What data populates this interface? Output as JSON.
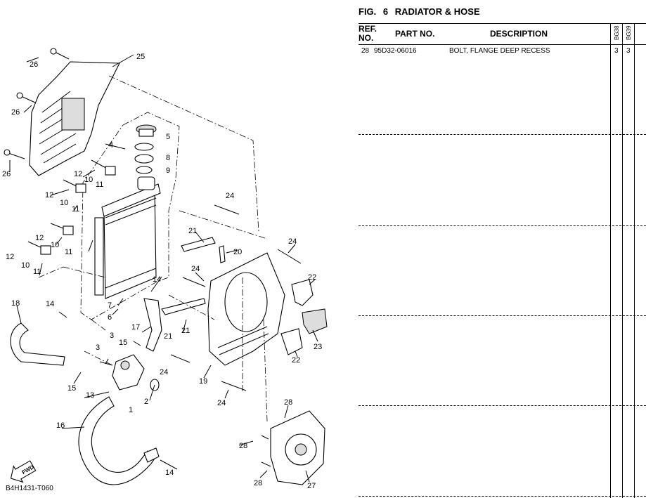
{
  "figure": {
    "fig_label": "FIG.",
    "fig_number": "6",
    "title": "RADIATOR & HOSE",
    "diagram_code": "B4H1431-T060",
    "fwd_label": "FWD",
    "callouts": [
      "1",
      "2",
      "3",
      "4",
      "5",
      "6",
      "7",
      "8",
      "9",
      "10",
      "11",
      "12",
      "13",
      "14",
      "15",
      "16",
      "17",
      "18",
      "19",
      "20",
      "21",
      "22",
      "23",
      "24",
      "25",
      "26",
      "27",
      "28"
    ]
  },
  "table": {
    "headers": {
      "ref_no": "REF. NO.",
      "ref_line1": "REF.",
      "ref_line2": "NO.",
      "part_no": "PART NO.",
      "description": "DESCRIPTION",
      "model1": "BG38",
      "model2": "BG39"
    },
    "rows": [
      {
        "ref": "28",
        "part_no": "95D32-06016",
        "description": "BOLT, FLANGE DEEP RECESS",
        "qty1": "3",
        "qty2": "3"
      }
    ]
  }
}
